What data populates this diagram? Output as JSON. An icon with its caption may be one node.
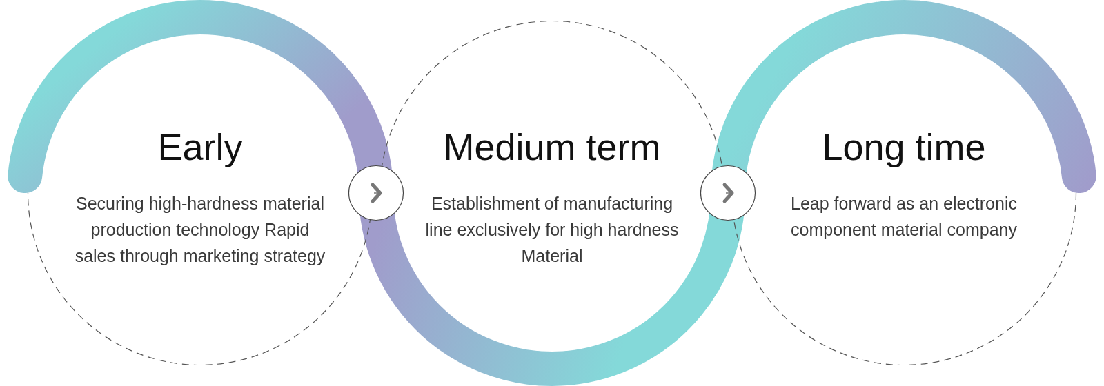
{
  "diagram": {
    "nodes": [
      {
        "text": [
          "Early",
          "Securing high-hardness material production technology Rapid sales through marketing strategy"
        ]
      },
      {
        "text": [
          "Medium term",
          "Establishment of manufacturing line exclusively for high hardness Material"
        ]
      },
      {
        "text": [
          "Long time",
          "Leap forward as an electronic component material company"
        ]
      }
    ],
    "edges": [
      {
        "from": 0,
        "to": 1,
        "arrow": "to"
      },
      {
        "from": 1,
        "to": 2,
        "arrow": "to"
      }
    ]
  }
}
